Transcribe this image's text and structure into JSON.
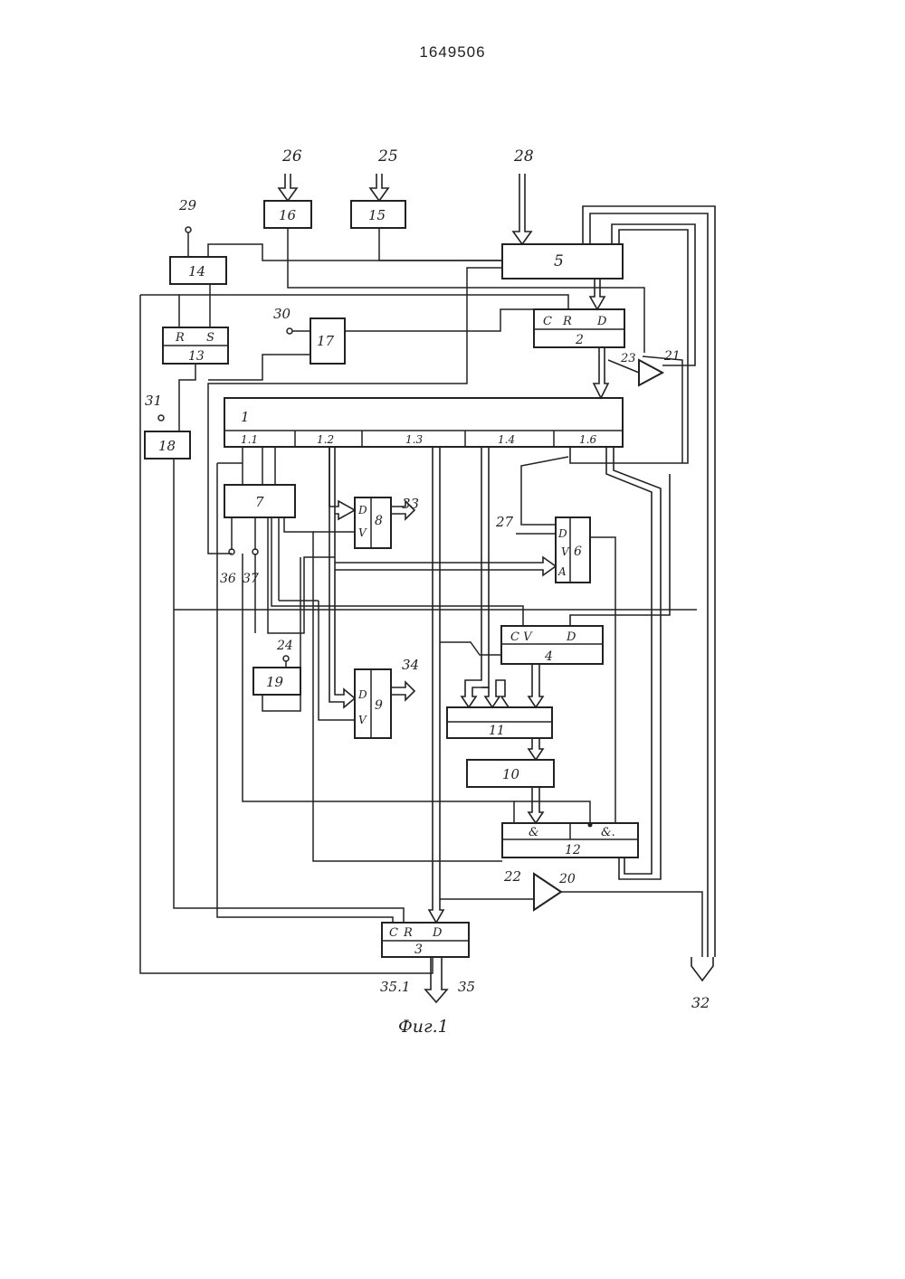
{
  "header": {
    "doc_number": "1649506"
  },
  "caption": "Фиг.1",
  "blocks": {
    "b1": "1",
    "b2": "2",
    "b3": "3",
    "b4": "4",
    "b5": "5",
    "b6": "6",
    "b7": "7",
    "b8": "8",
    "b9": "9",
    "b10": "10",
    "b11": "11",
    "b12": "12",
    "b13": "13",
    "b14": "14",
    "b15": "15",
    "b16": "16",
    "b17": "17",
    "b18": "18",
    "b19": "19"
  },
  "amplifiers": {
    "a20": "20",
    "a21": "21"
  },
  "sections": {
    "s11": "1.1",
    "s12": "1.2",
    "s13": "1.3",
    "s14": "1.4",
    "s16": "1.6"
  },
  "terminals": {
    "t22": "22",
    "t23": "23",
    "t24": "24",
    "t25": "25",
    "t26": "26",
    "t27": "27",
    "t28": "28",
    "t29": "29",
    "t30": "30",
    "t31": "31",
    "t32": "32",
    "t33": "33",
    "t34": "34",
    "t35": "35",
    "t351": "35.1",
    "t36": "36",
    "t37": "37"
  },
  "pins": {
    "C": "C",
    "R": "R",
    "S": "S",
    "D": "D",
    "V": "V",
    "A": "A",
    "CV": "C V",
    "AND": "&",
    "AND2": "&."
  }
}
